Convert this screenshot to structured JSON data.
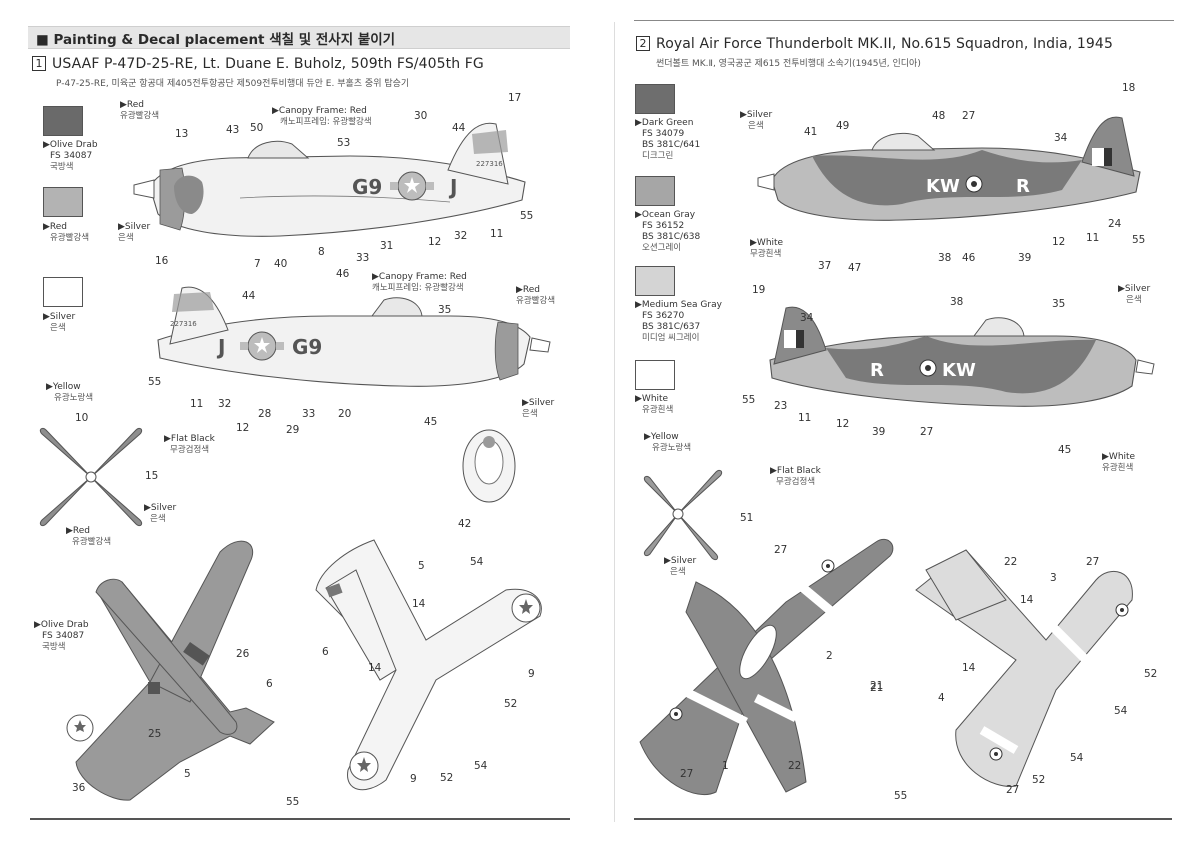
{
  "header": {
    "title": "■ Painting & Decal placement 색칠 및 전사지 붙이기"
  },
  "left": {
    "number": "1",
    "title": "USAAF P-47D-25-RE, Lt. Duane E. Buholz, 509th FS/405th FG",
    "subtitle": "P-47-25-RE, 미육군 항공대 제405전투항공단 제509전투비행대 듀안 E. 부홀츠 중위 탑승기",
    "swatches": [
      {
        "name": "▶Olive Drab",
        "codes": "FS 34087",
        "ko": "국방색",
        "color": "#6a6a6a"
      },
      {
        "name": "▶Red",
        "codes": "",
        "ko": "유광빨강색",
        "color": "#b3b3b3"
      },
      {
        "name": "▶Silver",
        "codes": "",
        "ko": "은색",
        "color": "#ffffff"
      }
    ],
    "side_callouts": {
      "red_top": "▶Red",
      "red_top_ko": "유광빨강색",
      "canopy": "▶Canopy Frame: Red",
      "canopy_ko": "캐노피프레임: 유광빨강색",
      "silver": "▶Silver",
      "silver_ko": "은색",
      "canopy2": "▶Canopy Frame: Red",
      "canopy2_ko": "캐노피프레임: 유광빨강색",
      "red2": "▶Red",
      "red2_ko": "유광빨강색",
      "silver2": "▶Silver",
      "silver2_ko": "은색"
    },
    "side_markings": {
      "code": "G9",
      "letter": "J",
      "serial": "227316"
    },
    "prop": {
      "yellow": "▶Yellow",
      "yellow_ko": "유광노랑색",
      "black": "▶Flat Black",
      "black_ko": "무광검정색",
      "silver": "▶Silver",
      "silver_ko": "은색",
      "red": "▶Red",
      "red_ko": "유광빨강색"
    },
    "plan_callout": {
      "name": "▶Olive Drab",
      "codes": "FS 34087",
      "ko": "국방색"
    },
    "numbers": [
      "17",
      "13",
      "43",
      "50",
      "53",
      "30",
      "44",
      "55",
      "11",
      "32",
      "12",
      "31",
      "33",
      "46",
      "8",
      "40",
      "7",
      "16",
      "44",
      "35",
      "55",
      "11",
      "32",
      "12",
      "28",
      "29",
      "33",
      "20",
      "45",
      "10",
      "15",
      "42",
      "26",
      "6",
      "25",
      "5",
      "36",
      "55",
      "5",
      "54",
      "14",
      "6",
      "14",
      "52",
      "9",
      "54",
      "52",
      "9"
    ]
  },
  "right": {
    "number": "2",
    "title": "Royal Air Force Thunderbolt MK.II, No.615 Squadron, India, 1945",
    "subtitle": "썬더볼트 MK.Ⅱ, 영국공군 제615 전투비행대 소속기(1945년, 인디아)",
    "swatches": [
      {
        "name": "▶Dark Green",
        "codes": "FS 34079",
        "codes2": "BS 381C/641",
        "ko": "디크그린",
        "color": "#6e6e6e"
      },
      {
        "name": "▶Ocean Gray",
        "codes": "FS 36152",
        "codes2": "BS 381C/638",
        "ko": "오션그레이",
        "color": "#a6a6a6"
      },
      {
        "name": "▶Medium Sea Gray",
        "codes": "FS 36270",
        "codes2": "BS 381C/637",
        "ko": "미디엄 씨그레이",
        "color": "#d4d4d4"
      },
      {
        "name": "▶White",
        "codes": "",
        "codes2": "",
        "ko": "유광흰색",
        "color": "#ffffff"
      }
    ],
    "side_callouts": {
      "silver": "▶Silver",
      "silver_ko": "은색",
      "white": "▶White",
      "white_ko": "무광흰색",
      "silver2": "▶Silver",
      "silver2_ko": "은색",
      "white2": "▶White",
      "white2_ko": "유광흰색"
    },
    "side_markings": {
      "code": "KW",
      "letter": "R"
    },
    "prop": {
      "yellow": "▶Yellow",
      "yellow_ko": "유광노랑색",
      "black": "▶Flat Black",
      "black_ko": "무광검정색",
      "silver": "▶Silver",
      "silver_ko": "은색"
    },
    "numbers": [
      "18",
      "48",
      "27",
      "49",
      "41",
      "34",
      "37",
      "47",
      "38",
      "46",
      "39",
      "12",
      "11",
      "24",
      "55",
      "19",
      "34",
      "38",
      "35",
      "55",
      "23",
      "11",
      "12",
      "39",
      "27",
      "45",
      "51",
      "27",
      "2",
      "22",
      "27",
      "3",
      "14",
      "21",
      "52",
      "14",
      "4",
      "54",
      "54",
      "27",
      "52",
      "1",
      "27",
      "22",
      "55",
      "21"
    ]
  }
}
